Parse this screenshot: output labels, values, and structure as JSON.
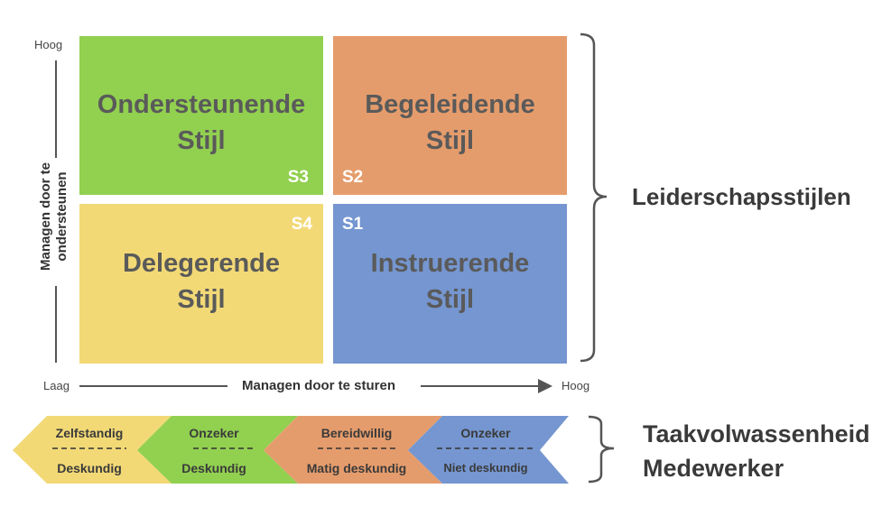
{
  "quadrants": {
    "top_left": {
      "title_line1": "Ondersteunende",
      "title_line2": "Stijl",
      "code": "S3",
      "color": "#92d050"
    },
    "top_right": {
      "title_line1": "Begeleidende",
      "title_line2": "Stijl",
      "code": "S2",
      "color": "#e59c6c"
    },
    "bottom_left": {
      "title_line1": "Delegerende",
      "title_line2": "Stijl",
      "code": "S4",
      "color": "#f2d976"
    },
    "bottom_right": {
      "title_line1": "Instruerende",
      "title_line2": "Stijl",
      "code": "S1",
      "color": "#7596d0"
    }
  },
  "y_axis": {
    "high": "Hoog",
    "label_line1": "Managen door te",
    "label_line2": "ondersteunen"
  },
  "x_axis": {
    "low": "Laag",
    "label": "Managen door te sturen",
    "high": "Hoog"
  },
  "leadership_label": "Leiderschapsstijlen",
  "maturity_label": {
    "line1": "Taakvolwassenheid",
    "line2": "Medewerker"
  },
  "maturity_stages": [
    {
      "top": "Zelfstandig",
      "bottom": "Deskundig",
      "color": "#f2d976"
    },
    {
      "top": "Onzeker",
      "bottom": "Deskundig",
      "color": "#92d050"
    },
    {
      "top": "Bereidwillig",
      "bottom": "Matig deskundig",
      "color": "#e59c6c"
    },
    {
      "top": "Onzeker",
      "bottom": "Niet deskundig",
      "color": "#7596d0"
    }
  ]
}
